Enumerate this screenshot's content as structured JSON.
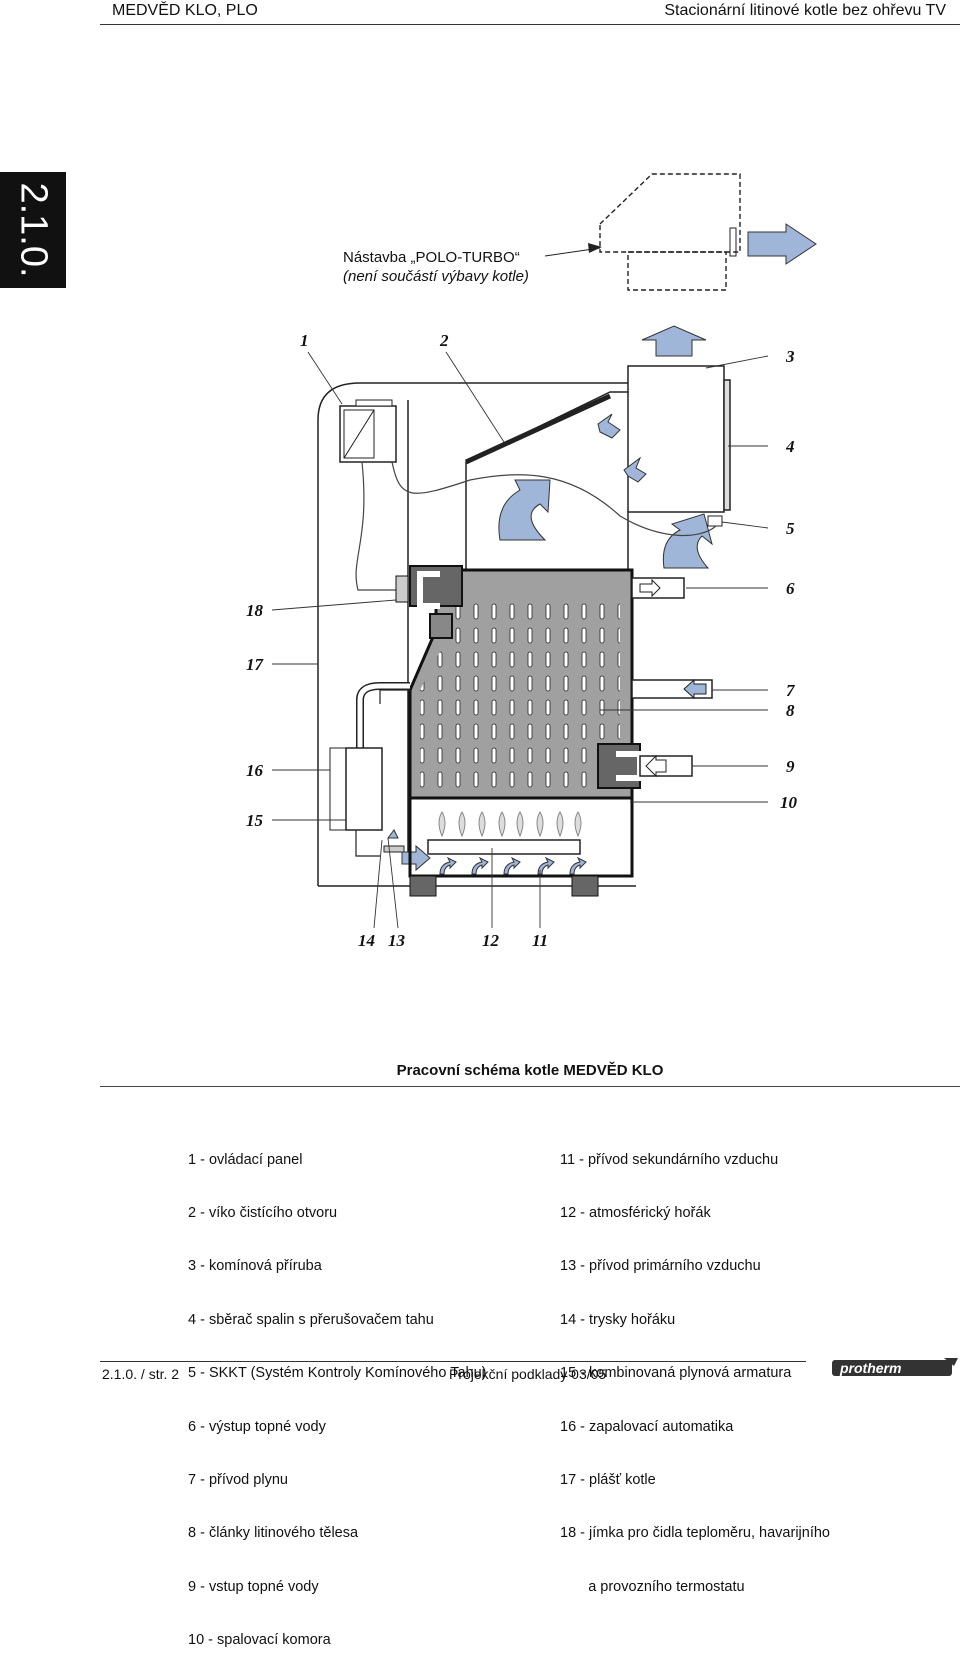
{
  "header": {
    "left": "MEDVĚD KLO, PLO",
    "right": "Stacionární litinové kotle bez ohřevu TV"
  },
  "section_tab": "2.1.0.",
  "addon": {
    "title": "Nástavba „POLO-TURBO“",
    "subtitle": "(není součástí výbavy kotle)"
  },
  "callouts": {
    "n1": "1",
    "n2": "2",
    "n3": "3",
    "n4": "4",
    "n5": "5",
    "n6": "6",
    "n7": "7",
    "n8": "8",
    "n9": "9",
    "n10": "10",
    "n11": "11",
    "n12": "12",
    "n13": "13",
    "n14": "14",
    "n15": "15",
    "n16": "16",
    "n17": "17",
    "n18": "18"
  },
  "caption": "Pracovní schéma kotle MEDVĚD KLO",
  "legend_left": [
    "1 - ovládací panel",
    "2 - víko čistícího otvoru",
    "3 - komínová příruba",
    "4 - sběrač spalin s přerušovačem tahu",
    "5 - SKKT (Systém Kontroly Komínového Tahu)",
    "6 - výstup topné vody",
    "7 - přívod plynu",
    "8 - články litinového tělesa",
    "9 - vstup topné vody",
    "10 - spalovací komora"
  ],
  "legend_right": [
    "11 - přívod sekundárního vzduchu",
    "12 - atmosférický hořák",
    "13 - přívod primárního vzduchu",
    "14 - trysky hořáku",
    "15 - kombinovaná plynová armatura",
    "16 - zapalovací automatika",
    "17 - plášť kotle",
    "18 - jímka pro čidla teploměru, havarijního",
    "       a provozního termostatu"
  ],
  "footer": {
    "page": "2.1.0. / str. 2",
    "doc": "Projekční podklady 03/05",
    "logo": "protherm"
  },
  "colors": {
    "arrow_fill": "#9fb6d8",
    "body_fill": "#a0a0a0",
    "dark_fill": "#666666"
  }
}
